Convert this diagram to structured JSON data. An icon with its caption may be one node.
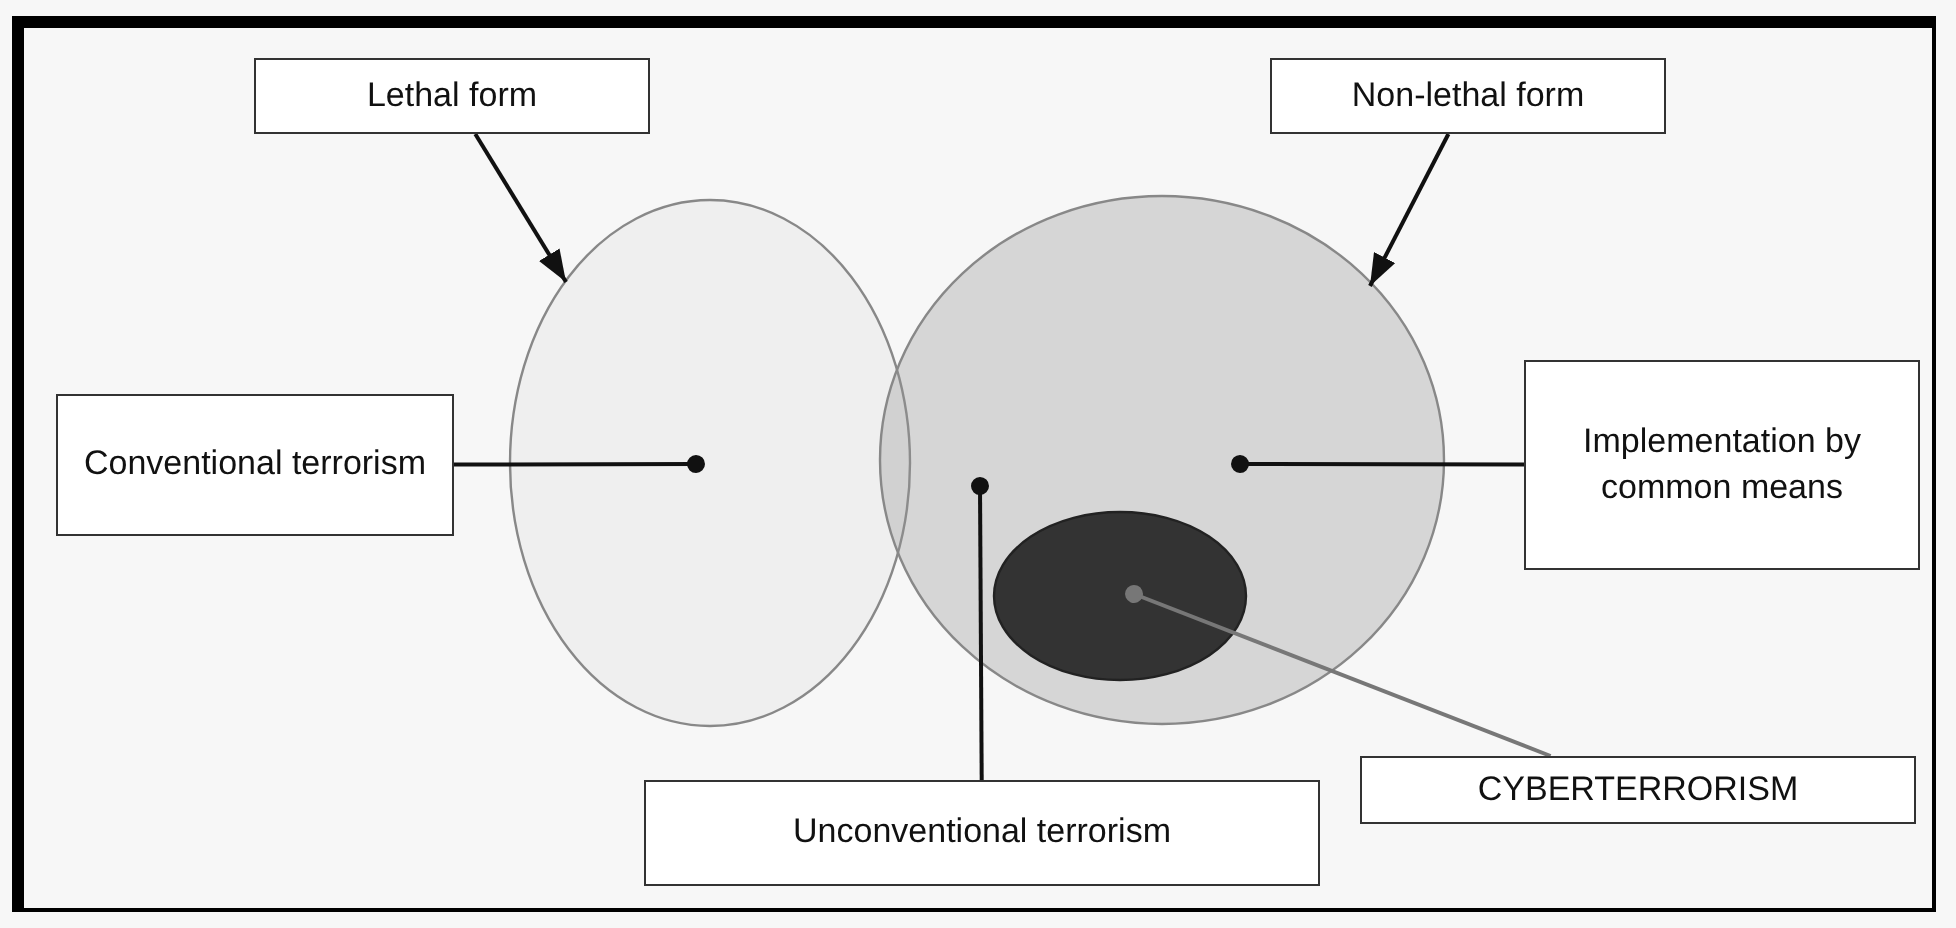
{
  "diagram": {
    "nodes": [
      {
        "text": [
          "Lethal form"
        ]
      },
      {
        "text": [
          "Non-lethal form"
        ]
      },
      {
        "text": [],
        "shape": "circle"
      },
      {
        "text": [],
        "shape": "circle"
      },
      {
        "text": [
          "Conventional terrorism"
        ]
      },
      {
        "text": [
          "Implementation by common means"
        ]
      },
      {
        "text": [],
        "shape": "ellipse",
        "in": 3
      },
      {
        "text": [
          "Unconventional terrorism"
        ]
      },
      {
        "text": [
          "CYBERTERRORISM"
        ]
      }
    ],
    "edges": [
      {
        "from": 0,
        "to": 2,
        "arrow": "to"
      },
      {
        "from": 1,
        "to": 3,
        "arrow": "to"
      },
      {
        "from": 4,
        "to": 2,
        "arrow": "other"
      },
      {
        "from": 5,
        "to": 3,
        "arrow": "other"
      },
      {
        "from": 7,
        "to": null,
        "arrow": "other"
      },
      {
        "from": 8,
        "to": 6,
        "arrow": "other",
        "color": "#777777"
      }
    ]
  }
}
